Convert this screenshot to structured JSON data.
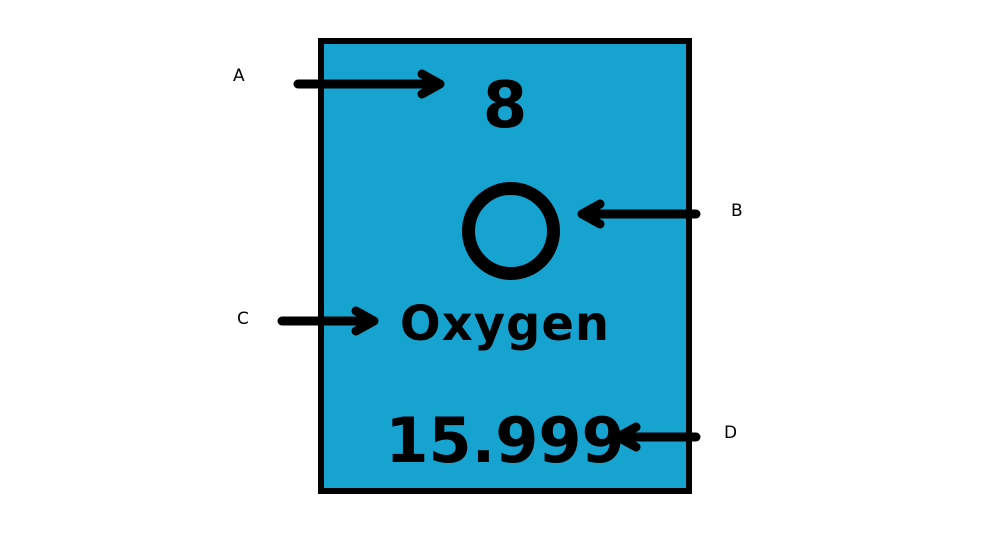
{
  "element": {
    "atomic_number": "8",
    "symbol": "O",
    "name": "Oxygen",
    "atomic_mass": "15.999",
    "tile_color": "#16a3d0"
  },
  "callouts": {
    "a": "A",
    "b": "B",
    "c": "C",
    "d": "D"
  }
}
